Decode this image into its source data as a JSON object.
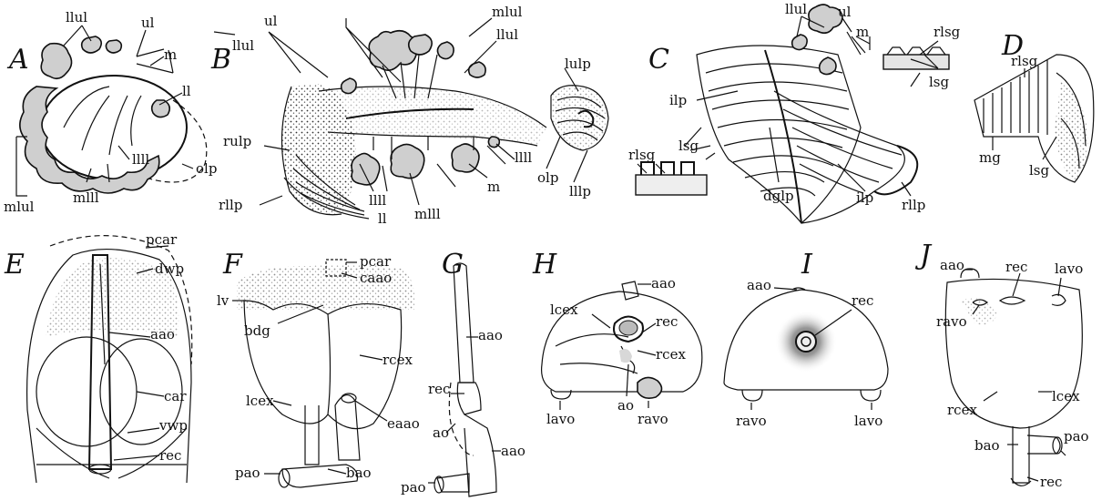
{
  "panels": {
    "A": {
      "letter": "A",
      "labels": {
        "llul": "llul",
        "ul": "ul",
        "m": "m",
        "ll": "ll",
        "olp": "olp",
        "mlul": "mlul",
        "mlll": "mlll",
        "llll": "llll"
      }
    },
    "B": {
      "letter": "B",
      "labels": {
        "ul": "ul",
        "mlul": "mlul",
        "llul_left": "llul",
        "llul_right": "llul",
        "lulp": "lulp",
        "rulp": "rulp",
        "rllp": "rllp",
        "llll_mid": "llll",
        "ll": "ll",
        "mlll": "mlll",
        "m": "m",
        "llll_right": "llll",
        "olp": "olp",
        "lllp": "lllp"
      }
    },
    "C": {
      "letter": "C",
      "labels": {
        "llul": "llul",
        "ul": "ul",
        "m": "m",
        "rlsg_top": "rlsg",
        "lsg_top": "lsg",
        "ilp_top": "ilp",
        "lsg_mid": "lsg",
        "rlsg_left": "rlsg",
        "dglp": "dglp",
        "ilp_bottom": "ilp",
        "rllp": "rllp"
      }
    },
    "D": {
      "letter": "D",
      "labels": {
        "rlsg": "rlsg",
        "mg": "mg",
        "lsg": "lsg"
      }
    },
    "E": {
      "letter": "E",
      "labels": {
        "pcar": "pcar",
        "dwp": "dwp",
        "aao": "aao",
        "car": "car",
        "vwp": "vwp",
        "rec": "rec"
      }
    },
    "F": {
      "letter": "F",
      "labels": {
        "pcar": "pcar",
        "caao": "caao",
        "lv": "lv",
        "bdg": "bdg",
        "rcex": "rcex",
        "lcex": "lcex",
        "eaao": "eaao",
        "pao": "pao",
        "bao": "bao"
      }
    },
    "G": {
      "letter": "G",
      "labels": {
        "aao_top": "aao",
        "rec": "rec",
        "ao": "ao",
        "aao_bottom": "aao",
        "pao": "pao"
      }
    },
    "H": {
      "letter": "H",
      "labels": {
        "aao": "aao",
        "lcex": "lcex",
        "rec": "rec",
        "rcex": "rcex",
        "ao": "ao",
        "lavo": "lavo",
        "ravo": "ravo"
      }
    },
    "I": {
      "letter": "I",
      "labels": {
        "aao": "aao",
        "rec": "rec",
        "ravo": "ravo",
        "lavo": "lavo"
      }
    },
    "J": {
      "letter": "J",
      "labels": {
        "aao": "aao",
        "rec_top": "rec",
        "lavo": "lavo",
        "ravo": "ravo",
        "rcex": "rcex",
        "lcex": "lcex",
        "bao": "bao",
        "pao": "pao",
        "rec_bottom": "rec"
      }
    }
  }
}
